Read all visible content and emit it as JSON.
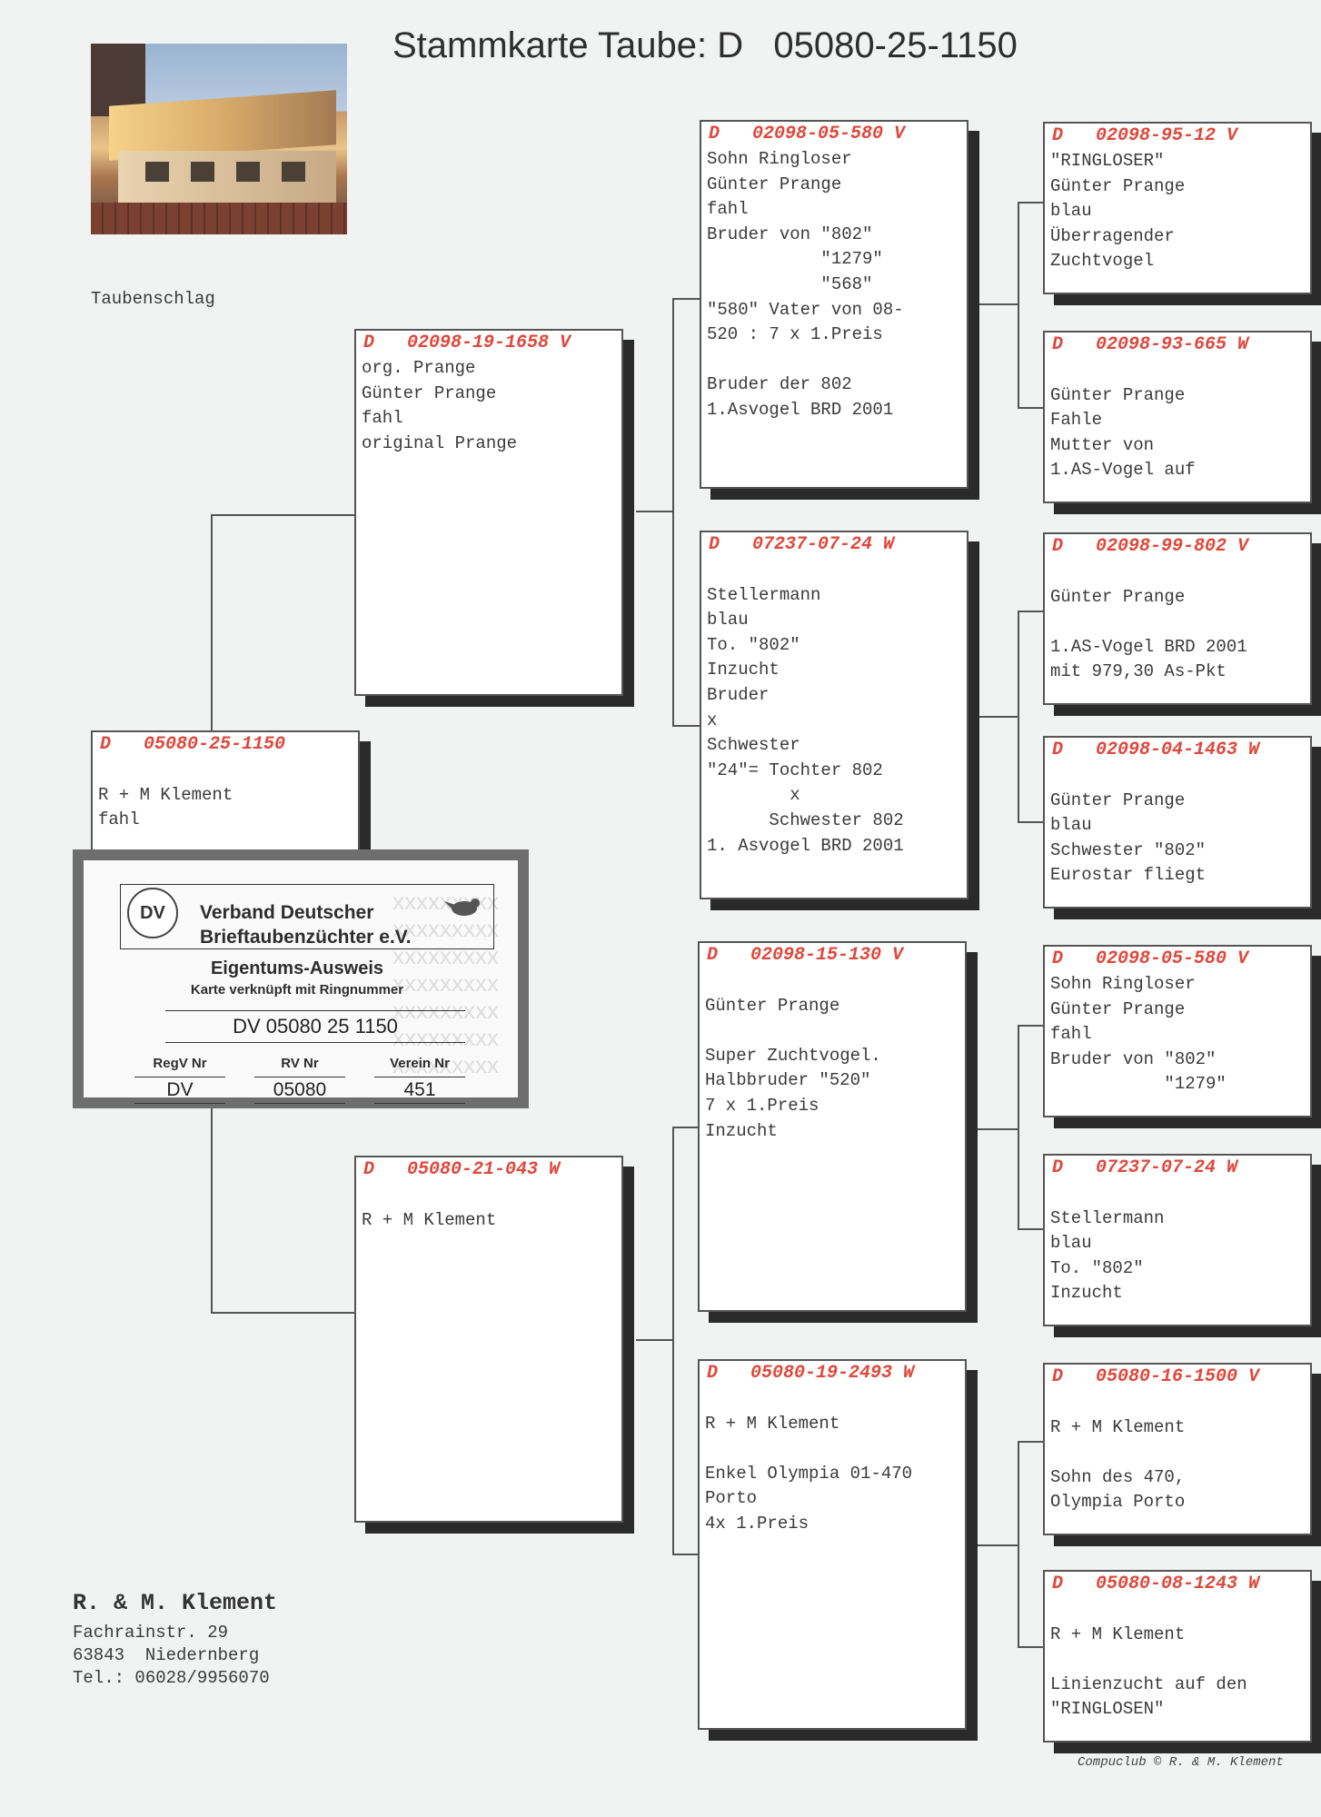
{
  "title": "Stammkarte Taube: D   05080-25-1150",
  "photo_caption": "Taubenschlag",
  "boxes": {
    "root": {
      "hdr": "D   05080-25-1150",
      "body": "\nR + M Klement\nfahl"
    },
    "f": {
      "hdr": "D   02098-19-1658 V",
      "body": "org. Prange\nGünter Prange\nfahl\noriginal Prange"
    },
    "m": {
      "hdr": "D   05080-21-043 W",
      "body": "\nR + M Klement"
    },
    "ff": {
      "hdr": "D   02098-05-580 V",
      "body": "Sohn Ringloser\nGünter Prange\nfahl\nBruder von \"802\"\n           \"1279\"\n           \"568\"\n\"580\" Vater von 08-\n520 : 7 x 1.Preis\n\nBruder der 802\n1.Asvogel BRD 2001"
    },
    "fm": {
      "hdr": "D   07237-07-24 W",
      "body": "\nStellermann\nblau\nTo. \"802\"\nInzucht\nBruder\nx\nSchwester\n\"24\"= Tochter 802\n        x\n      Schwester 802\n1. Asvogel BRD 2001"
    },
    "mf": {
      "hdr": "D   02098-15-130 V",
      "body": "\nGünter Prange\n\nSuper Zuchtvogel.\nHalbbruder \"520\"\n7 x 1.Preis\nInzucht"
    },
    "mm": {
      "hdr": "D   05080-19-2493 W",
      "body": "\nR + M Klement\n\nEnkel Olympia 01-470\nPorto\n4x 1.Preis"
    },
    "fff": {
      "hdr": "D   02098-95-12 V",
      "body": "\"RINGLOSER\"\nGünter Prange\nblau\nÜberragender\nZuchtvogel"
    },
    "ffm": {
      "hdr": "D   02098-93-665 W",
      "body": "\nGünter Prange\nFahle\nMutter von\n1.AS-Vogel auf"
    },
    "fmf": {
      "hdr": "D   02098-99-802 V",
      "body": "\nGünter Prange\n\n1.AS-Vogel BRD 2001\nmit 979,30 As-Pkt"
    },
    "fmm": {
      "hdr": "D   02098-04-1463 W",
      "body": "\nGünter Prange\nblau\nSchwester \"802\"\nEurostar fliegt"
    },
    "mff": {
      "hdr": "D   02098-05-580 V",
      "body": "Sohn Ringloser\nGünter Prange\nfahl\nBruder von \"802\"\n           \"1279\""
    },
    "mfm": {
      "hdr": "D   07237-07-24 W",
      "body": "\nStellermann\nblau\nTo. \"802\"\nInzucht"
    },
    "mmf": {
      "hdr": "D   05080-16-1500 V",
      "body": "\nR + M Klement\n\nSohn des 470,\nOlympia Porto"
    },
    "mmm": {
      "hdr": "D   05080-08-1243 W",
      "body": "\nR + M Klement\n\nLinienzucht auf den\n\"RINGLOSEN\""
    }
  },
  "card": {
    "logo": "DV",
    "org": "Verband Deutscher\nBrieftaubenzüchter e.V.",
    "heading": "Eigentums-Ausweis",
    "subheading": "Karte verknüpft mit Ringnummer",
    "ring": "DV 05080 25 1150",
    "regv_label": "RegV Nr",
    "regv": "DV",
    "rv_label": "RV Nr",
    "rv": "05080",
    "verein_label": "Verein Nr",
    "verein": "451"
  },
  "owner": {
    "name": "R. & M. Klement",
    "address": "Fachrainstr. 29\n63843  Niedernberg\nTel.: 06028/9956070"
  },
  "footer": "Compuclub © R. & M. Klement",
  "colors": {
    "header_red": "#e0483c"
  }
}
